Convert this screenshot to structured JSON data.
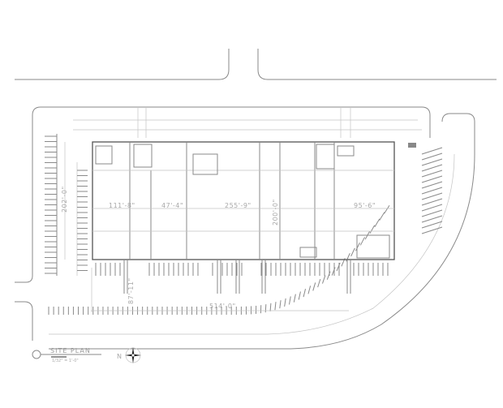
{
  "drawing": {
    "title": "SITE PLAN",
    "scale": "1/32\" = 1'-0\"",
    "north_label": "N",
    "dimensions": {
      "bay_1_width": "111'-8\"",
      "bay_2_width": "47'-4\"",
      "bay_3_width": "255'-9\"",
      "building_depth": "200'-0\"",
      "bay_4_width": "95'-6\"",
      "site_depth": "202'-0\"",
      "truck_court": "87'-11\"",
      "building_length": "514'-0\""
    },
    "icons": [
      "north-arrow-icon",
      "section-marker-icon"
    ]
  }
}
